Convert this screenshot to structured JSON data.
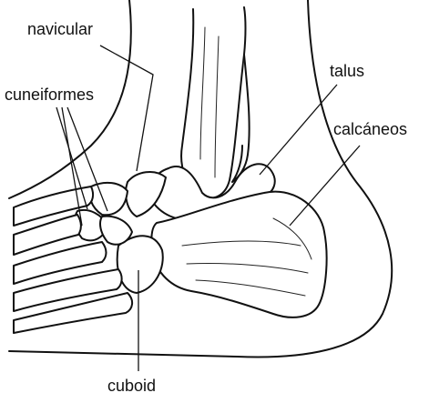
{
  "labels": {
    "navicular": "navicular",
    "cuneiformes": "cuneiformes",
    "talus": "talus",
    "calcaneos": "calcáneos",
    "cuboid": "cuboid"
  },
  "colors": {
    "line": "#111111",
    "background": "#ffffff"
  }
}
